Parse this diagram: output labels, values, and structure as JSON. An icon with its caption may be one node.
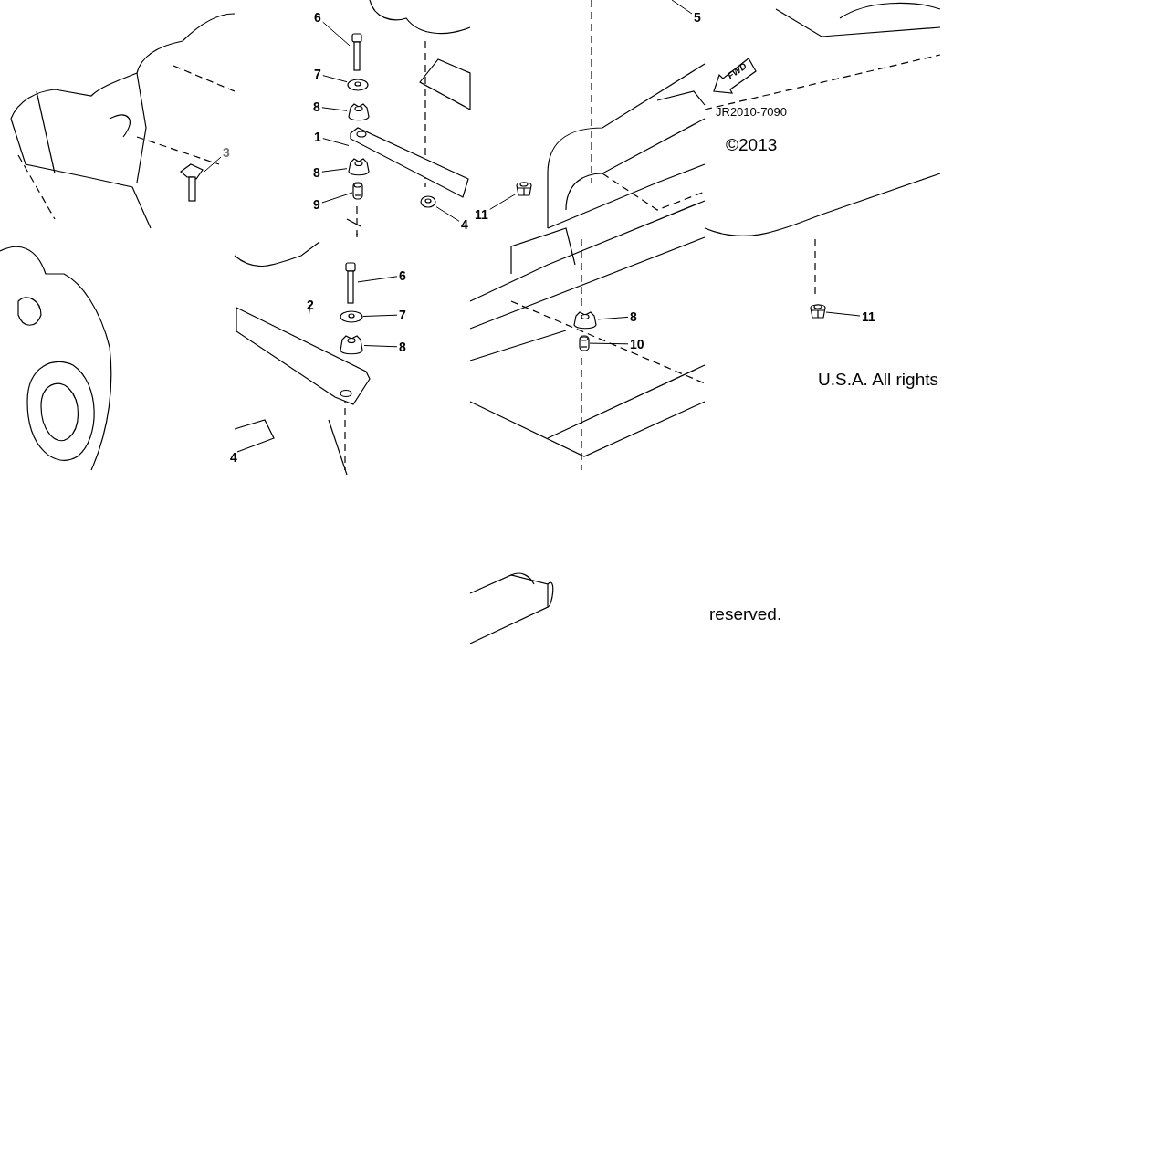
{
  "diagram": {
    "nodes": [
      {
        "text": [
          "6"
        ]
      },
      {
        "text": [],
        "shape": "picture"
      },
      {
        "text": [
          "7"
        ]
      },
      {
        "text": [],
        "shape": "picture"
      },
      {
        "text": [
          "8"
        ]
      },
      {
        "text": [],
        "shape": "picture"
      },
      {
        "text": [
          "1"
        ]
      },
      {
        "text": [],
        "shape": "picture"
      },
      {
        "text": [
          "8"
        ]
      },
      {
        "text": [],
        "shape": "picture"
      },
      {
        "text": [
          "9"
        ]
      },
      {
        "text": [],
        "shape": "picture"
      },
      {
        "text": [
          "3"
        ]
      },
      {
        "text": [],
        "shape": "picture"
      },
      {
        "text": [
          "4"
        ]
      },
      {
        "text": [],
        "shape": "picture"
      },
      {
        "text": [
          "5"
        ]
      },
      {
        "text": [
          "11"
        ]
      },
      {
        "text": [],
        "shape": "picture"
      },
      {
        "text": [
          "6"
        ]
      },
      {
        "text": [],
        "shape": "picture"
      },
      {
        "text": [
          "7"
        ]
      },
      {
        "text": [],
        "shape": "picture"
      },
      {
        "text": [
          "8"
        ]
      },
      {
        "text": [],
        "shape": "picture"
      },
      {
        "text": [
          "2"
        ]
      },
      {
        "text": [],
        "shape": "picture"
      },
      {
        "text": [
          "8"
        ]
      },
      {
        "text": [],
        "shape": "picture"
      },
      {
        "text": [
          "10"
        ]
      },
      {
        "text": [],
        "shape": "picture"
      },
      {
        "text": [
          "11"
        ]
      },
      {
        "text": [],
        "shape": "picture"
      }
    ],
    "edges": [
      {
        "from": 0,
        "to": 1,
        "arrow": "none"
      },
      {
        "from": 2,
        "to": 3,
        "arrow": "none"
      },
      {
        "from": 4,
        "to": 5,
        "arrow": "none"
      },
      {
        "from": 6,
        "to": 7,
        "arrow": "none"
      },
      {
        "from": 8,
        "to": 9,
        "arrow": "none"
      },
      {
        "from": 10,
        "to": 11,
        "arrow": "none"
      },
      {
        "from": 12,
        "to": 13,
        "arrow": "none"
      },
      {
        "from": 14,
        "to": 15,
        "arrow": "none"
      },
      {
        "from": 16,
        "to": null,
        "arrow": "none"
      },
      {
        "from": 17,
        "to": 18,
        "arrow": "none"
      },
      {
        "from": 19,
        "to": 20,
        "arrow": "none"
      },
      {
        "from": 21,
        "to": 22,
        "arrow": "none"
      },
      {
        "from": 23,
        "to": 24,
        "arrow": "none"
      },
      {
        "from": 25,
        "to": 26,
        "arrow": "none"
      },
      {
        "from": 27,
        "to": 28,
        "arrow": "none"
      },
      {
        "from": 29,
        "to": 30,
        "arrow": "none"
      },
      {
        "from": 31,
        "to": 32,
        "arrow": "none"
      }
    ],
    "labels": [
      "4",
      "FWD",
      "JR2010-7090",
      "©2013",
      "U.S.A. All rights",
      "reserved."
    ]
  }
}
